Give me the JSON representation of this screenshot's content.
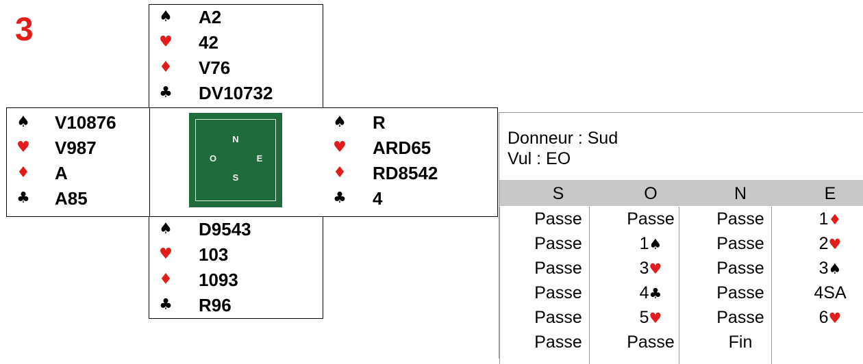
{
  "deal_number": "3",
  "colors": {
    "red": "#e31b1b",
    "felt": "#1f6b3c",
    "header_bg": "#c8c8c8"
  },
  "hands": {
    "north": [
      {
        "suit": "♠",
        "suit_name": "spade",
        "cards": "A2"
      },
      {
        "suit": "♥",
        "suit_name": "heart",
        "cards": "42"
      },
      {
        "suit": "♦",
        "suit_name": "diamond",
        "cards": "V76"
      },
      {
        "suit": "♣",
        "suit_name": "club",
        "cards": "DV10732"
      }
    ],
    "west": [
      {
        "suit": "♠",
        "suit_name": "spade",
        "cards": "V10876"
      },
      {
        "suit": "♥",
        "suit_name": "heart",
        "cards": "V987"
      },
      {
        "suit": "♦",
        "suit_name": "diamond",
        "cards": "A"
      },
      {
        "suit": "♣",
        "suit_name": "club",
        "cards": "A85"
      }
    ],
    "east": [
      {
        "suit": "♠",
        "suit_name": "spade",
        "cards": "R"
      },
      {
        "suit": "♥",
        "suit_name": "heart",
        "cards": "ARD65"
      },
      {
        "suit": "♦",
        "suit_name": "diamond",
        "cards": "RD8542"
      },
      {
        "suit": "♣",
        "suit_name": "club",
        "cards": "4"
      }
    ],
    "south": [
      {
        "suit": "♠",
        "suit_name": "spade",
        "cards": "D9543"
      },
      {
        "suit": "♥",
        "suit_name": "heart",
        "cards": "103"
      },
      {
        "suit": "♦",
        "suit_name": "diamond",
        "cards": "1093"
      },
      {
        "suit": "♣",
        "suit_name": "club",
        "cards": "R96"
      }
    ]
  },
  "table": {
    "north": "N",
    "west": "O",
    "east": "E",
    "south": "S"
  },
  "auction": {
    "dealer": "Donneur : Sud",
    "vulnerability": "Vul : EO",
    "headers": [
      "S",
      "O",
      "N",
      "E"
    ],
    "rows": [
      [
        {
          "text": "Passe"
        },
        {
          "text": "Passe"
        },
        {
          "text": "Passe"
        },
        {
          "text": "1",
          "suit": "♦"
        }
      ],
      [
        {
          "text": "Passe"
        },
        {
          "text": "1",
          "suit": "♠"
        },
        {
          "text": "Passe"
        },
        {
          "text": "2",
          "suit": "♥"
        }
      ],
      [
        {
          "text": "Passe"
        },
        {
          "text": "3",
          "suit": "♥"
        },
        {
          "text": "Passe"
        },
        {
          "text": "3",
          "suit": "♠"
        }
      ],
      [
        {
          "text": "Passe"
        },
        {
          "text": "4",
          "suit": "♣"
        },
        {
          "text": "Passe"
        },
        {
          "text": "4SA"
        }
      ],
      [
        {
          "text": "Passe"
        },
        {
          "text": "5",
          "suit": "♥"
        },
        {
          "text": "Passe"
        },
        {
          "text": "6",
          "suit": "♥"
        }
      ],
      [
        {
          "text": "Passe"
        },
        {
          "text": "Passe"
        },
        {
          "text": "Fin"
        },
        {
          "text": ""
        }
      ]
    ]
  }
}
